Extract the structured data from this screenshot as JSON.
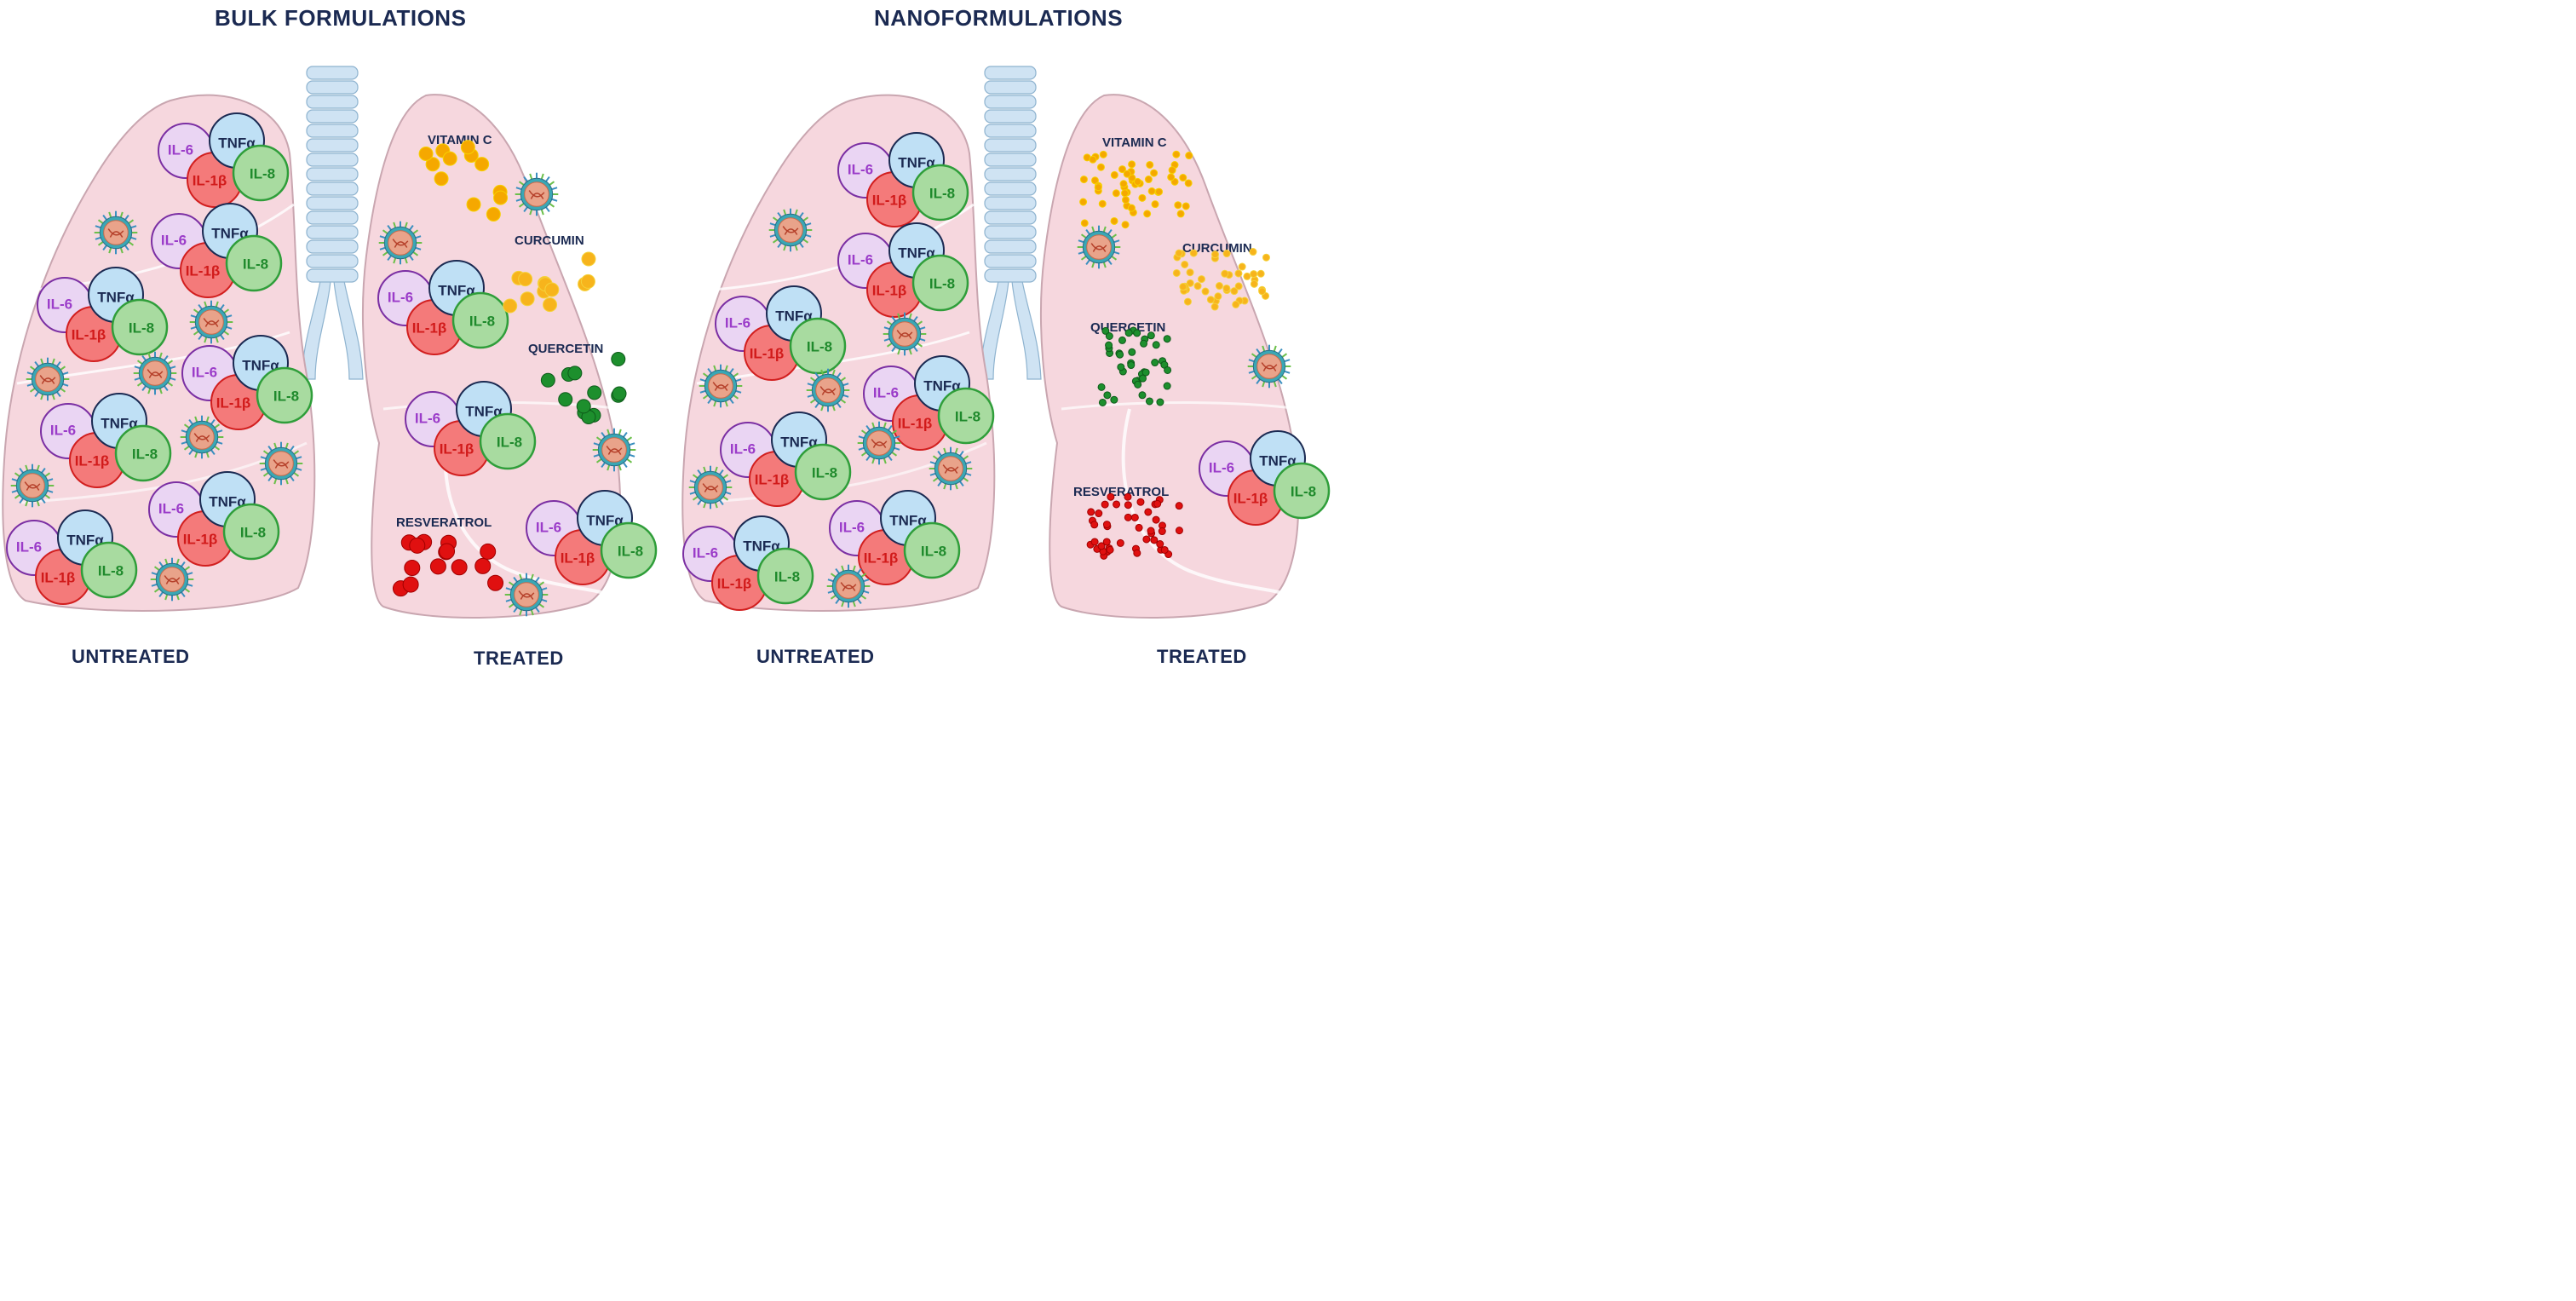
{
  "panels": [
    {
      "title": "BULK FORMULATIONS",
      "left_caption": "UNTREATED",
      "right_caption": "TREATED",
      "compounds": {
        "vitamin_c": "VITAMIN C",
        "curcumin": "CURCUMIN",
        "quercetin": "QUERCETIN",
        "resveratrol": "RESVERATROL"
      }
    },
    {
      "title": "NANOFORMULATIONS",
      "left_caption": "UNTREATED",
      "right_caption": "TREATED",
      "compounds": {
        "vitamin_c": "VITAMIN C",
        "curcumin": "CURCUMIN",
        "quercetin": "QUERCETIN",
        "resveratrol": "RESVERATROL"
      }
    }
  ],
  "cytokines": {
    "il6": "IL-6",
    "il1b": "IL-1β",
    "tnfa": "TNFα",
    "il8": "IL-8"
  },
  "colors": {
    "title_text": "#1b2a52",
    "lung_fill": "#f6d7de",
    "lung_stroke": "#c9a6b0",
    "trachea_fill": "#cfe3f3",
    "il6_fill": "#ead5f3",
    "il6_stroke": "#7b2fa3",
    "il6_text": "#9b3cc9",
    "il1b_fill": "#f47a7a",
    "il1b_stroke": "#d21f1f",
    "il1b_text": "#d11a1a",
    "tnfa_fill": "#bfe0f5",
    "tnfa_stroke": "#1b2a52",
    "tnfa_text": "#1b2a52",
    "il8_fill": "#a8dba0",
    "il8_stroke": "#2f9e3a",
    "il8_text": "#1f8a2c",
    "vitamin_c_dot": "#f5a800",
    "curcumin_dot": "#f7b41c",
    "quercetin_dot": "#1d8f2d",
    "resveratrol_dot": "#e01010",
    "virus_core": "#e9a38a",
    "virus_ring": "#3aa7b5"
  },
  "icons": {
    "virus": "virus-particle-icon",
    "trachea": "trachea-icon"
  }
}
